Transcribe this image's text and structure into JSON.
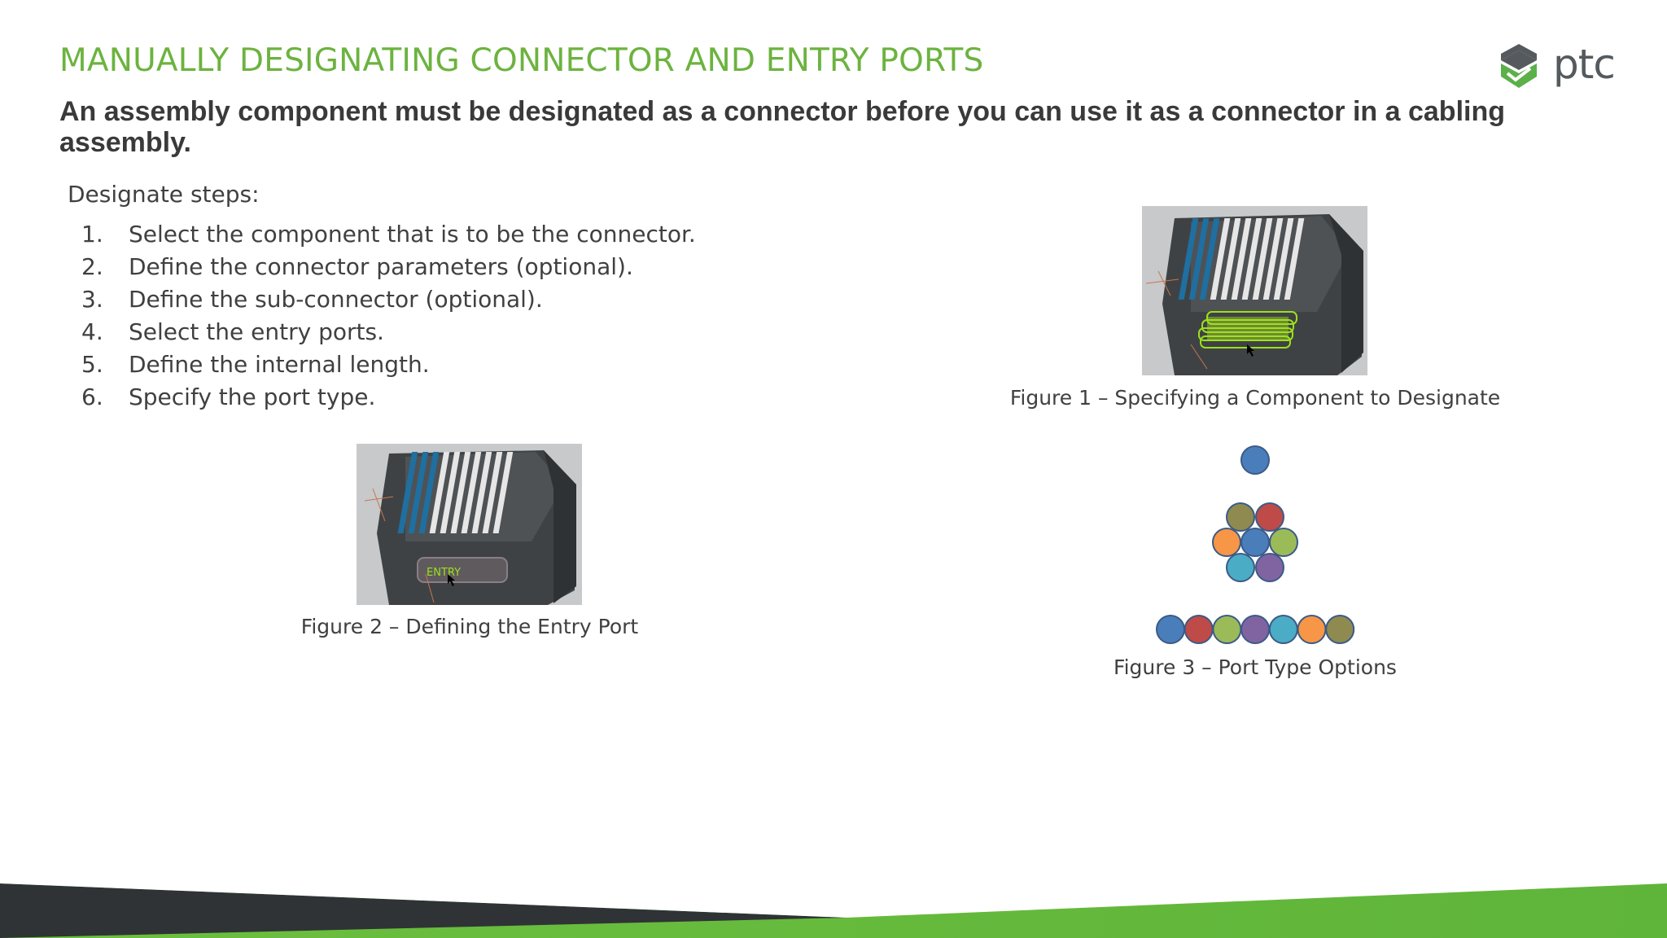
{
  "slide": {
    "title": "MANUALLY DESIGNATING CONNECTOR AND ENTRY PORTS",
    "subtitle": "An assembly component must be designated as a connector before you can use it as a connector in a cabling assembly.",
    "logo_text": "ptc"
  },
  "steps": {
    "heading": "Designate steps:",
    "items": [
      {
        "num": "1.",
        "text": "Select the component that is to be the connector."
      },
      {
        "num": "2.",
        "text": "Define the connector parameters (optional)."
      },
      {
        "num": "3.",
        "text": "Define the sub-connector (optional)."
      },
      {
        "num": "4.",
        "text": "Select the entry ports."
      },
      {
        "num": "5.",
        "text": "Define the internal length."
      },
      {
        "num": "6.",
        "text": "Specify the port type."
      }
    ]
  },
  "figures": {
    "fig1_caption": "Figure 1 – Specifying a Component to Designate",
    "fig2_caption": "Figure 2 – Defining the Entry Port",
    "fig2_label": "ENTRY",
    "fig3_caption": "Figure 3 – Port Type Options"
  },
  "port_colors": {
    "single": [
      "#4a7ebb"
    ],
    "cluster": [
      "#8e8a50",
      "#be4b48",
      "#f79646",
      "#4a7ebb",
      "#9bbb59",
      "#4bacc6",
      "#8064a2"
    ],
    "row": [
      "#4a7ebb",
      "#be4b48",
      "#9bbb59",
      "#8064a2",
      "#4bacc6",
      "#f79646",
      "#8e8a50"
    ]
  },
  "colors": {
    "accent_green": "#6cb33f",
    "logo_green": "#5bb04a",
    "footer_dark": "#2f3336"
  }
}
